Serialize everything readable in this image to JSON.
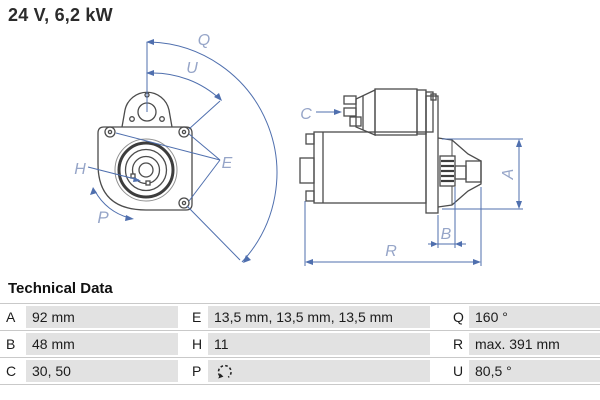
{
  "header": {
    "spec_label": "24 V, 6,2 kW"
  },
  "drawing": {
    "labels": {
      "q": "Q",
      "u": "U",
      "e": "E",
      "h": "H",
      "p": "P",
      "c": "C",
      "a": "A",
      "b": "B",
      "r": "R"
    }
  },
  "technical_data": {
    "title": "Technical Data",
    "rows": [
      {
        "c1": {
          "key": "A",
          "value": "92 mm"
        },
        "c2": {
          "key": "E",
          "value": "13,5 mm, 13,5 mm, 13,5 mm"
        },
        "c3": {
          "key": "Q",
          "value": "160 °"
        }
      },
      {
        "c1": {
          "key": "B",
          "value": "48 mm"
        },
        "c2": {
          "key": "H",
          "value": "11"
        },
        "c3": {
          "key": "R",
          "value": "max. 391 mm"
        }
      },
      {
        "c1": {
          "key": "C",
          "value": "30, 50"
        },
        "c2": {
          "key": "P",
          "value": "",
          "icon": "ccw-rotation-icon"
        },
        "c3": {
          "key": "U",
          "value": "80,5 °"
        }
      }
    ]
  },
  "colors": {
    "dimension_line": "#4f6fae",
    "dimension_label": "#96a5c8",
    "outline": "#4c4c4c",
    "table_cell_bg": "#e2e2e2"
  }
}
